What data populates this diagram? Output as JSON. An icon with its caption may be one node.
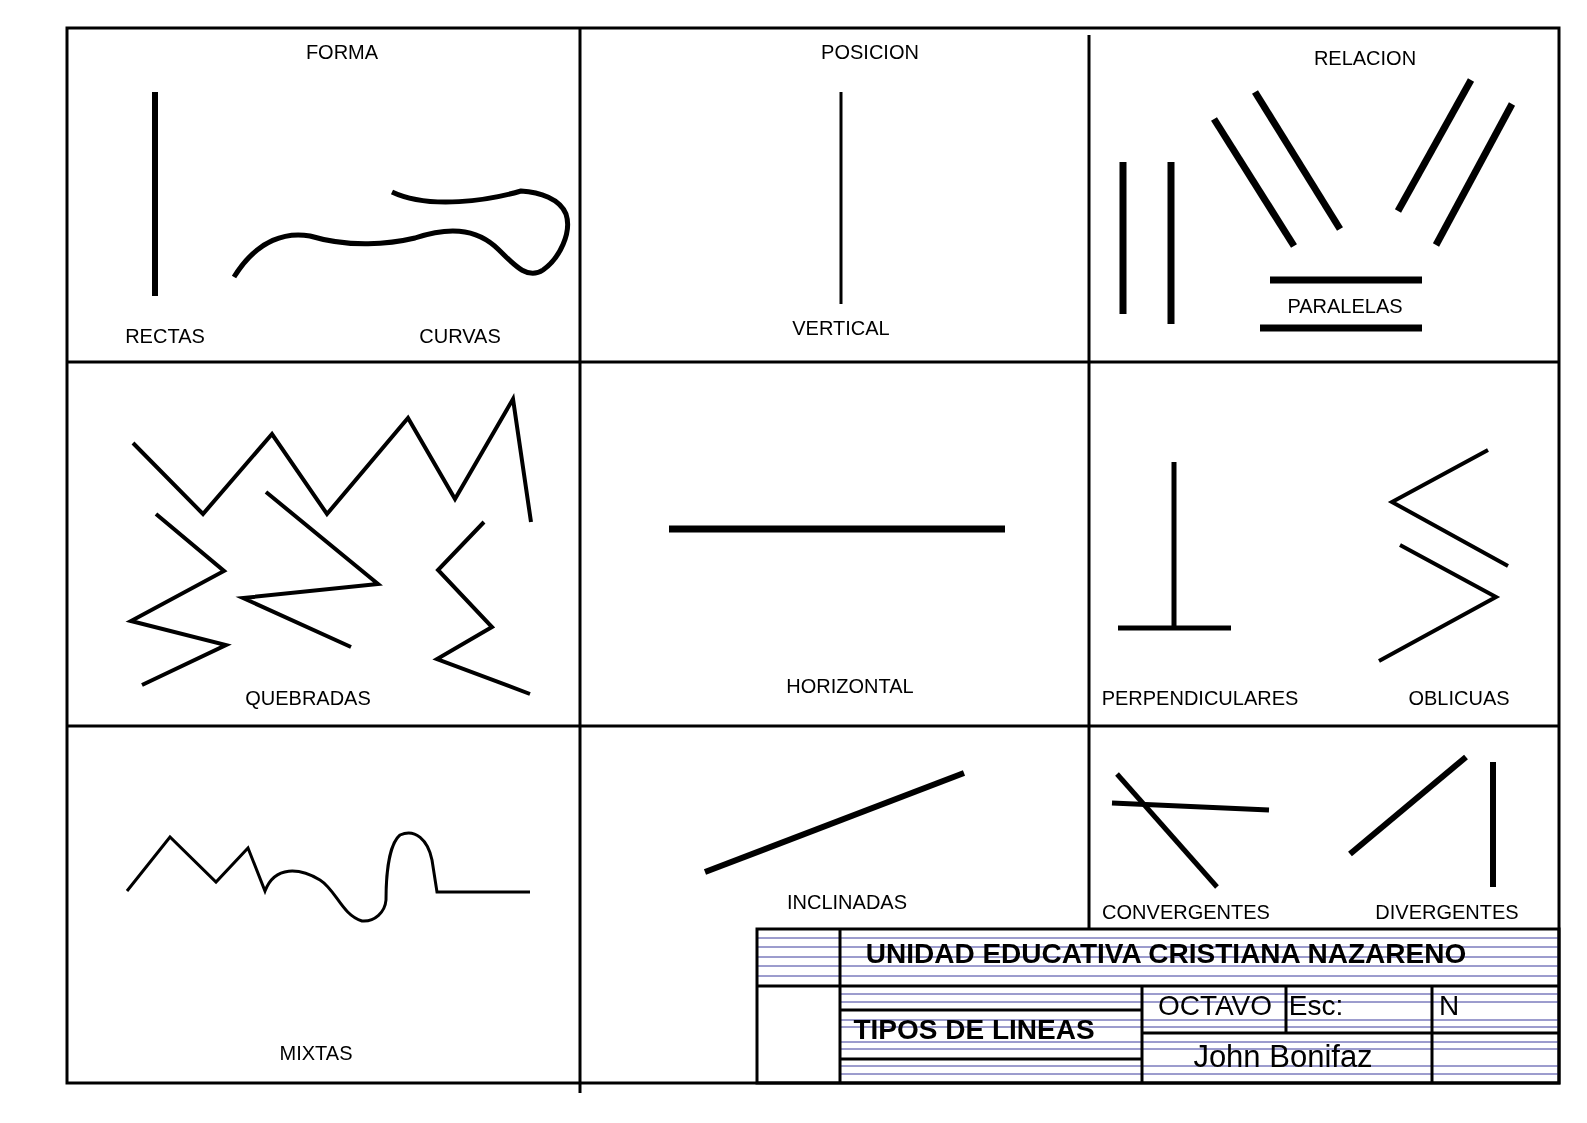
{
  "diagram": {
    "labels": [
      "FORMA",
      "RECTAS",
      "CURVAS",
      "POSICION",
      "VERTICAL",
      "RELACION",
      "PARALELAS",
      "QUEBRADAS",
      "HORIZONTAL",
      "PERPENDICULARES",
      "OBLICUAS",
      "MIXTAS",
      "INCLINADAS",
      "CONVERGENTES",
      "DIVERGENTES",
      "UNIDAD EDUCATIVA CRISTIANA NAZARENO",
      "TIPOS DE LINEAS",
      "OCTAVO",
      "Esc:",
      "N",
      "John Bonifaz"
    ]
  }
}
